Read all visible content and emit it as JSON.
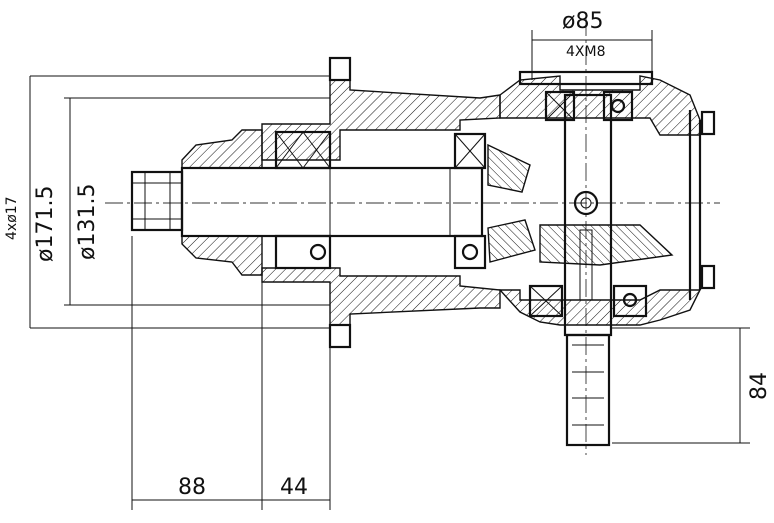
{
  "drawing": {
    "dimensions": {
      "d85": "ø85",
      "bolts_top": "4XM8",
      "d171": "ø171.5",
      "d131": "ø131.5",
      "holes": "4xø17",
      "len88": "88",
      "len44": "44",
      "len84": "84"
    }
  }
}
